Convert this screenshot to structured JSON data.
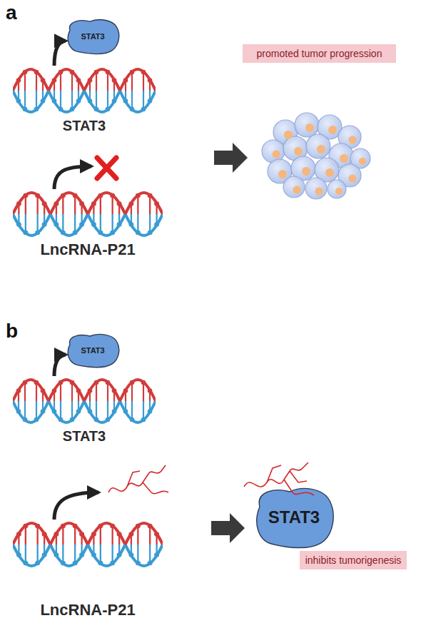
{
  "diagram": {
    "nodes": [
      {
        "text": [
          "STAT3"
        ]
      },
      {
        "text": [
          "STAT3"
        ]
      },
      {
        "text": [
          "promoted tumor progression"
        ]
      },
      {
        "text": [
          "LncRNA-P21"
        ]
      },
      {
        "text": [
          "STAT3"
        ]
      },
      {
        "text": [
          "STAT3"
        ]
      },
      {
        "text": [
          "LncRNA-P21"
        ]
      },
      {
        "text": [
          "STAT3"
        ]
      },
      {
        "text": [
          "inhibits tumorigenesis"
        ]
      }
    ],
    "edges": [
      {
        "from": 1,
        "to": 0,
        "arrow": "to"
      },
      {
        "from": 5,
        "to": 4,
        "arrow": "to"
      }
    ],
    "labels": [
      "a",
      "b"
    ]
  }
}
